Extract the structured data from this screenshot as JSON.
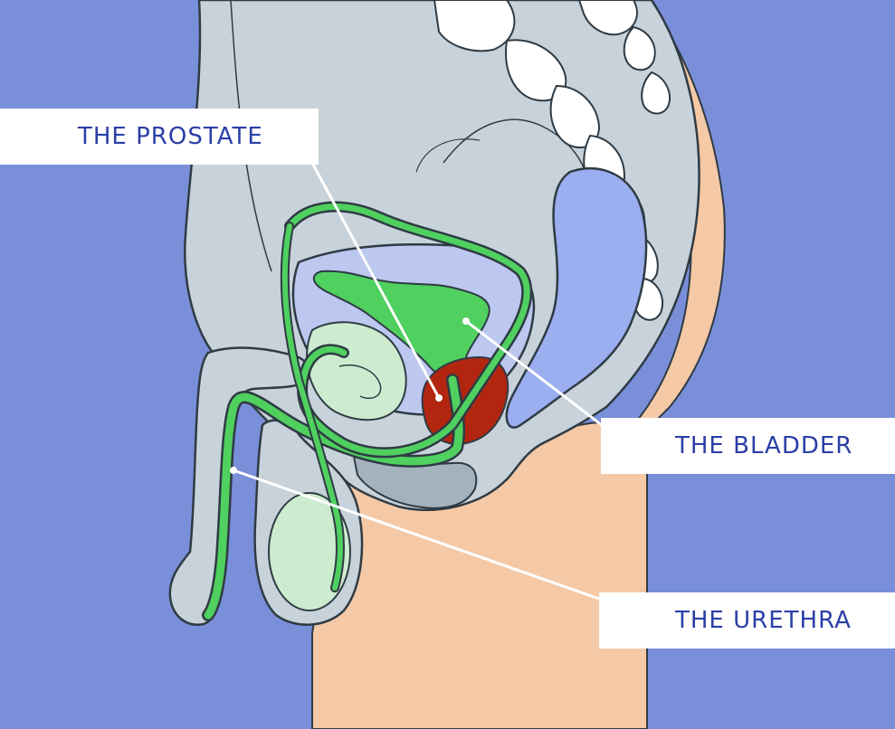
{
  "labels": {
    "prostate": "THE PROSTATE",
    "bladder": "THE BLADDER",
    "urethra": "THE URETHRA"
  },
  "colors": {
    "background": "#7a8fd9",
    "tissue": "#c8d2da",
    "tissue_outline": "#2f3b44",
    "skin": "#f5c9a6",
    "bone": "#ffffff",
    "bladder_wall": "#bcc8f0",
    "rectum": "#9aaef0",
    "urinary_tract": "#4fd05f",
    "testis": "#cdeccf",
    "prostate": "#b2250f",
    "label_text": "#2b3fa6"
  }
}
